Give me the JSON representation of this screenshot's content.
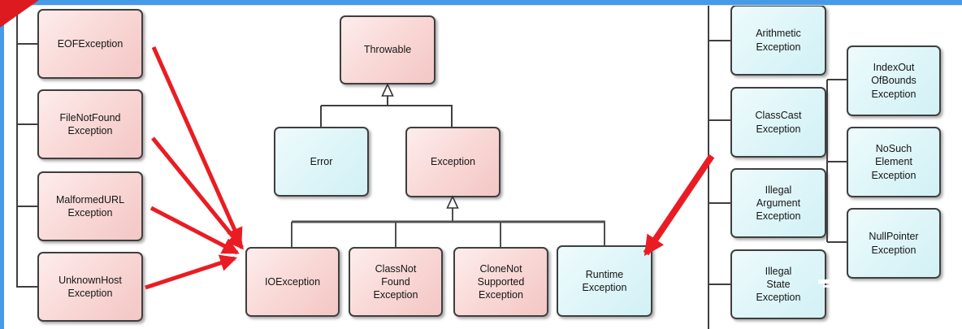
{
  "diagram": {
    "type": "class-hierarchy",
    "subject": "Java Throwable / Exception hierarchy",
    "nodes": [
      {
        "id": "eof-exception",
        "label": "EOFException",
        "fill": "pink"
      },
      {
        "id": "file-not-found-exception",
        "label": "FileNotFound\nException",
        "fill": "pink"
      },
      {
        "id": "malformed-url-exception",
        "label": "MalformedURL\nException",
        "fill": "pink"
      },
      {
        "id": "unknown-host-exception",
        "label": "UnknownHost\nException",
        "fill": "pink"
      },
      {
        "id": "throwable",
        "label": "Throwable",
        "fill": "pink"
      },
      {
        "id": "error",
        "label": "Error",
        "fill": "cyan"
      },
      {
        "id": "exception",
        "label": "Exception",
        "fill": "pink"
      },
      {
        "id": "io-exception",
        "label": "IOException",
        "fill": "pink"
      },
      {
        "id": "class-not-found-exception",
        "label": "ClassNot\nFound\nException",
        "fill": "pink"
      },
      {
        "id": "clone-not-supported-exception",
        "label": "CloneNot\nSupported\nException",
        "fill": "pink"
      },
      {
        "id": "runtime-exception",
        "label": "Runtime\nException",
        "fill": "cyan"
      },
      {
        "id": "arithmetic-exception",
        "label": "Arithmetic\nException",
        "fill": "cyan"
      },
      {
        "id": "class-cast-exception",
        "label": "ClassCast\nException",
        "fill": "cyan"
      },
      {
        "id": "illegal-argument-exception",
        "label": "Illegal\nArgument\nException",
        "fill": "cyan"
      },
      {
        "id": "illegal-state-exception",
        "label": "Illegal\nState\nException",
        "fill": "cyan"
      },
      {
        "id": "index-out-of-bounds-exception",
        "label": "IndexOut\nOfBounds\nException",
        "fill": "cyan"
      },
      {
        "id": "no-such-element-exception",
        "label": "NoSuch\nElement\nException",
        "fill": "cyan"
      },
      {
        "id": "null-pointer-exception",
        "label": "NullPointer\nException",
        "fill": "cyan"
      }
    ],
    "inheritance": [
      [
        "Error",
        "Throwable"
      ],
      [
        "Exception",
        "Throwable"
      ],
      [
        "IOException",
        "Exception"
      ],
      [
        "ClassNotFoundException",
        "Exception"
      ],
      [
        "CloneNotSupportedException",
        "Exception"
      ],
      [
        "RuntimeException",
        "Exception"
      ]
    ],
    "red_arrows": [
      {
        "from": "EOFException",
        "to": "IOException"
      },
      {
        "from": "FileNotFoundException",
        "to": "IOException"
      },
      {
        "from": "MalformedURLException",
        "to": "IOException"
      },
      {
        "from": "UnknownHostException",
        "to": "IOException"
      },
      {
        "from": "right-group",
        "to": "RuntimeException"
      }
    ],
    "colors": {
      "pink_fill": "#f8d6d4",
      "cyan_fill": "#ddf5f8",
      "box_border": "#3f3f3f",
      "connector": "#3f3f3f",
      "arrow_red": "#ea1c23",
      "frame_blue": "#459be9",
      "corner_red": "#dc1a20"
    }
  }
}
